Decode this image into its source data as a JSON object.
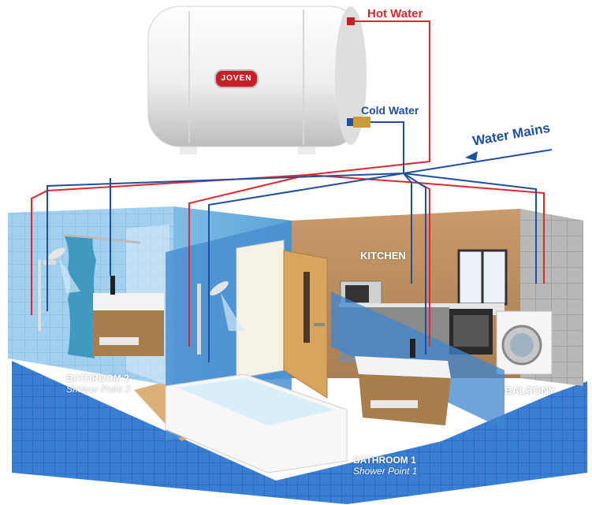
{
  "labels": {
    "hot_water": "Hot Water",
    "cold_water": "Cold Water",
    "water_mains": "Water Mains",
    "kitchen": "KITCHEN",
    "balcony": "BALCONY",
    "bathroom2": "BATHROOM 2",
    "bathroom2_sub": "Shower Point 2",
    "bathroom1": "BATHROOM 1",
    "bathroom1_sub": "Shower Point 1",
    "brand": "JOVEN"
  },
  "colors": {
    "hot_pipe": "#e2262c",
    "cold_pipe": "#1f4fa1",
    "heater_body": "#f2f2f2",
    "floor_tile": "#2e6fc7",
    "wall_blue": "#6fb3e0",
    "wall_brown": "#b58a5c"
  }
}
